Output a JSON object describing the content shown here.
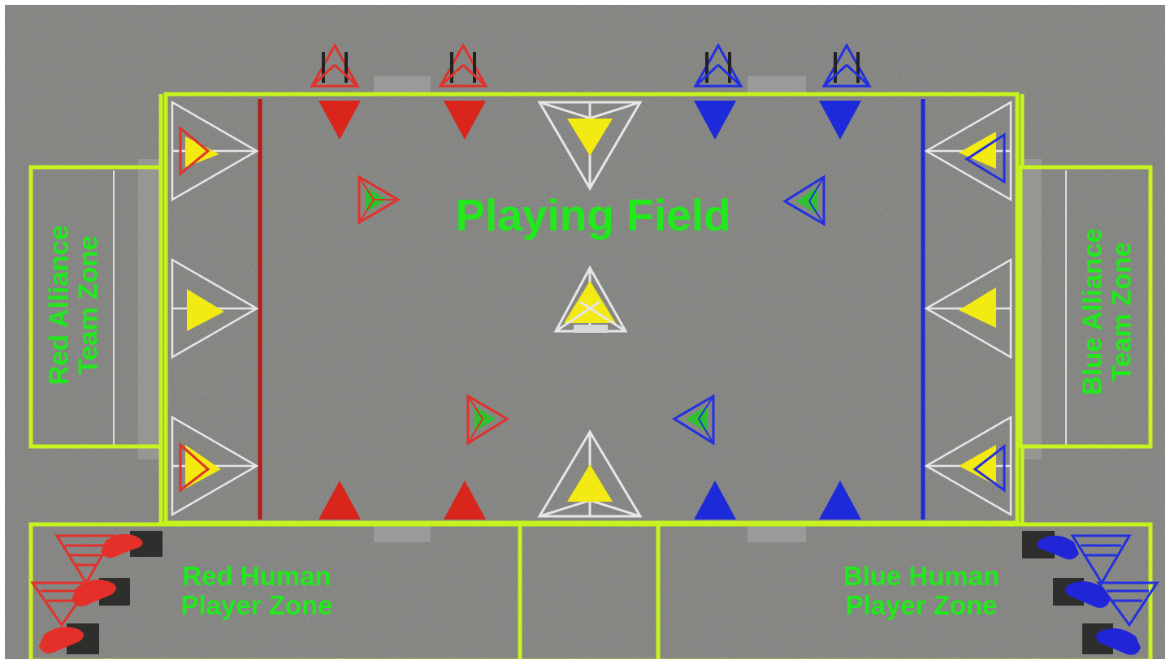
{
  "labels": {
    "title": "Playing Field",
    "red_alliance": [
      "Red Alliance",
      "Team Zone"
    ],
    "blue_alliance": [
      "Blue Alliance",
      "Team Zone"
    ],
    "red_human": [
      "Red Human",
      "Player Zone"
    ],
    "blue_human": [
      "Blue Human",
      "Player Zone"
    ]
  },
  "colors": {
    "ground": "#7a7a77",
    "zone_outline": "#c6f21e",
    "label_green": "#22e81d",
    "red_alliance": "#d9261c",
    "blue_alliance": "#1c2ad9",
    "game_piece": "#f2ea12",
    "frame": "#e6e6e6",
    "goal_green": "#2fc12d"
  },
  "icons": {
    "goal": "tripod-goal-icon",
    "game_piece": "pyramid-tetra-icon",
    "hand": "human-player-hand-icon",
    "marker": "alliance-triangle-marker-icon"
  }
}
